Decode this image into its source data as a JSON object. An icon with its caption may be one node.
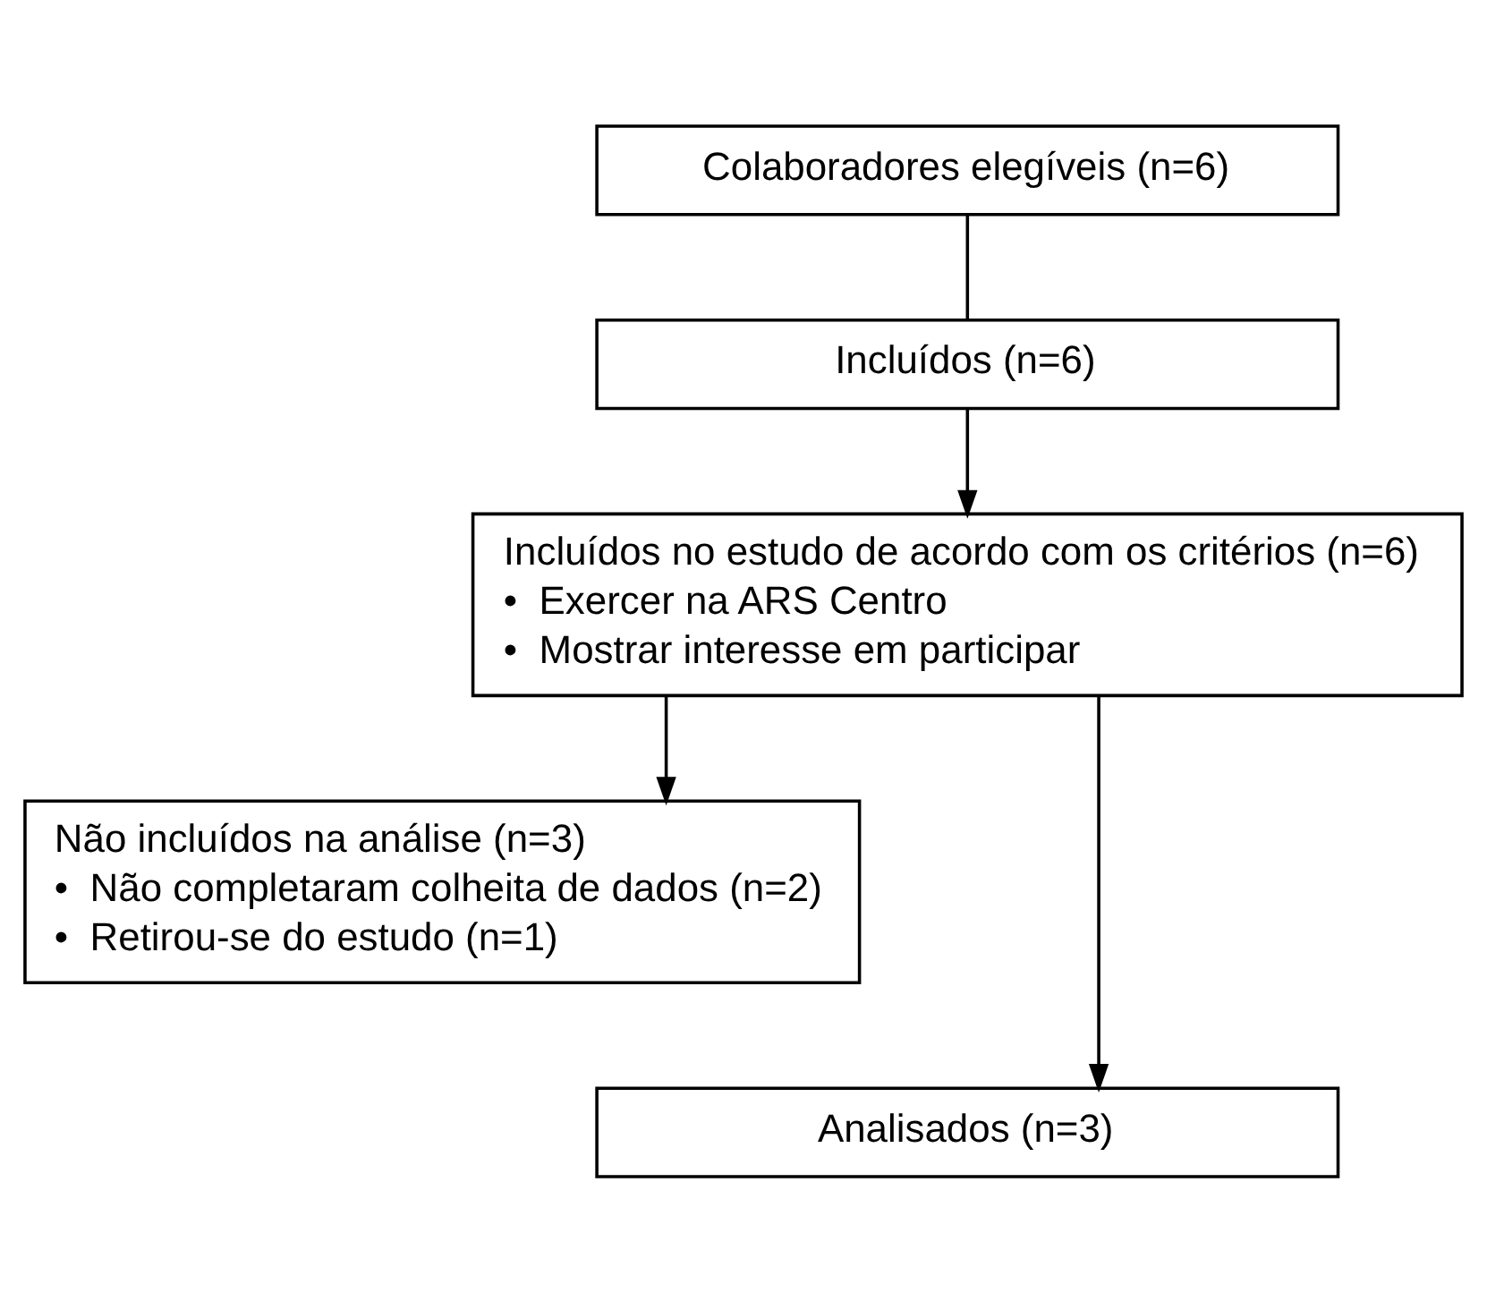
{
  "diagram": {
    "nodes": [
      {
        "text": [
          "Colaboradores elegíveis (n=6)"
        ]
      },
      {
        "text": [
          "Incluídos (n=6)"
        ]
      },
      {
        "text": [
          "Incluídos no estudo de acordo com os critérios (n=6)",
          "•  Exercer na ARS Centro",
          "•  Mostrar interesse em participar"
        ]
      },
      {
        "text": [
          "Não incluídos na análise (n=3)",
          "•  Não completaram colheita de dados (n=2)",
          "•  Retirou-se do estudo (n=1)"
        ]
      },
      {
        "text": [
          "Analisados (n=3)"
        ]
      }
    ],
    "edges": [
      {
        "from": 0,
        "to": 1,
        "arrow": "none"
      },
      {
        "from": 1,
        "to": 2,
        "arrow": "to"
      },
      {
        "from": 2,
        "to": 4,
        "arrow": "to"
      },
      {
        "from": 2,
        "to": 3,
        "arrow": "to"
      }
    ]
  }
}
